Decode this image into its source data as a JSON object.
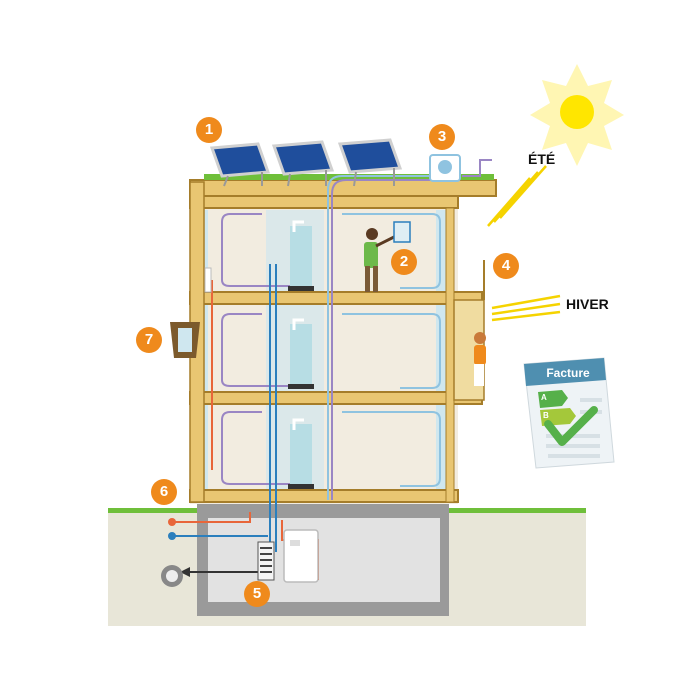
{
  "labels": {
    "summer": "ÉTÉ",
    "winter": "HIVER",
    "invoice": "Facture",
    "class_a": "A",
    "class_b": "B"
  },
  "markers": [
    "1",
    "2",
    "3",
    "4",
    "5",
    "6",
    "7"
  ],
  "colors": {
    "badge": "#ef8a1c",
    "wood": "#e9c672",
    "wood_dark": "#a57d2a",
    "sky_glass": "#cfe7ef",
    "roof_grass": "#6fbf3a",
    "ground": "#e8e6d8",
    "basement": "#d9d9d9",
    "hot_pipe": "#e8663a",
    "cold_pipe": "#2b7fbd",
    "air_purple": "#9a86c4",
    "air_blue": "#8fc3e0",
    "sun": "#ffe600",
    "invoice_header": "#4f8fb0",
    "check": "#56b04a"
  },
  "icons": [
    "solar-panel-icon",
    "sun-icon",
    "ventilation-icon",
    "shower-icon",
    "water-heater-icon",
    "heat-pump-icon",
    "window-icon",
    "invoice-icon",
    "checkmark-icon",
    "meter-icon",
    "person-icon"
  ]
}
